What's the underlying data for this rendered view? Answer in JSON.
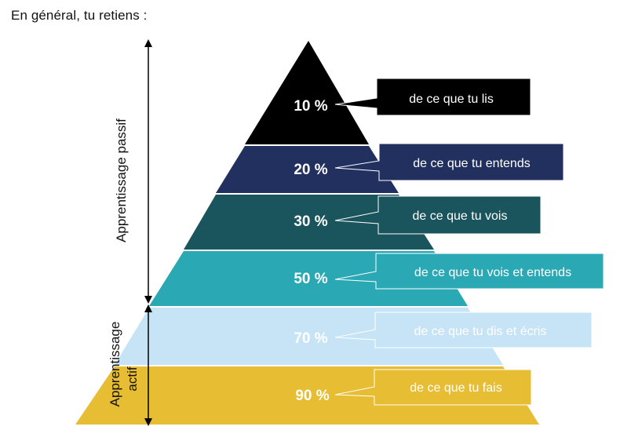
{
  "heading": "En général, tu retiens :",
  "tiers": [
    {
      "percent": "10 %",
      "caption": "de ce que tu lis",
      "fill": "#000000",
      "text_color": "#ffffff"
    },
    {
      "percent": "20 %",
      "caption": "de ce que tu entends",
      "fill": "#22305f",
      "text_color": "#ffffff"
    },
    {
      "percent": "30 %",
      "caption": "de ce que tu vois",
      "fill": "#1a545d",
      "text_color": "#ffffff"
    },
    {
      "percent": "50 %",
      "caption": "de ce que tu vois et entends",
      "fill": "#2aa8b4",
      "text_color": "#ffffff"
    },
    {
      "percent": "70 %",
      "caption": "de ce que tu dis et écris",
      "fill": "#c6e4f5",
      "text_color": "#ffffff"
    },
    {
      "percent": "90 %",
      "caption": "de ce que tu fais",
      "fill": "#e6bd33",
      "text_color": "#ffffff"
    }
  ],
  "axes": {
    "passive_label": "Apprentissage passif",
    "active_label_line1": "Apprentissage",
    "active_label_line2": "actif"
  }
}
